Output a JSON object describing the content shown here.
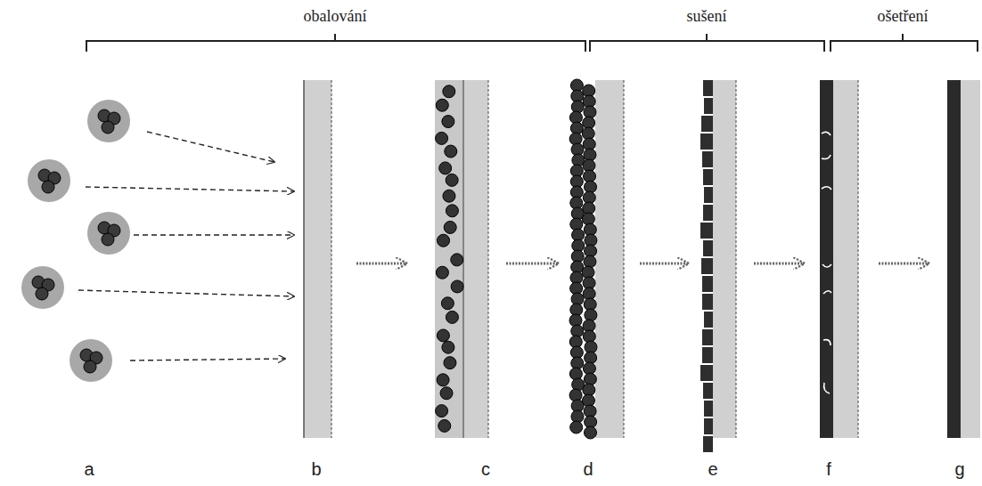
{
  "diagram": {
    "labels": [
      "obalování",
      "sušení",
      "ošetření",
      "a",
      "b",
      "c",
      "d",
      "e",
      "f",
      "g"
    ]
  }
}
